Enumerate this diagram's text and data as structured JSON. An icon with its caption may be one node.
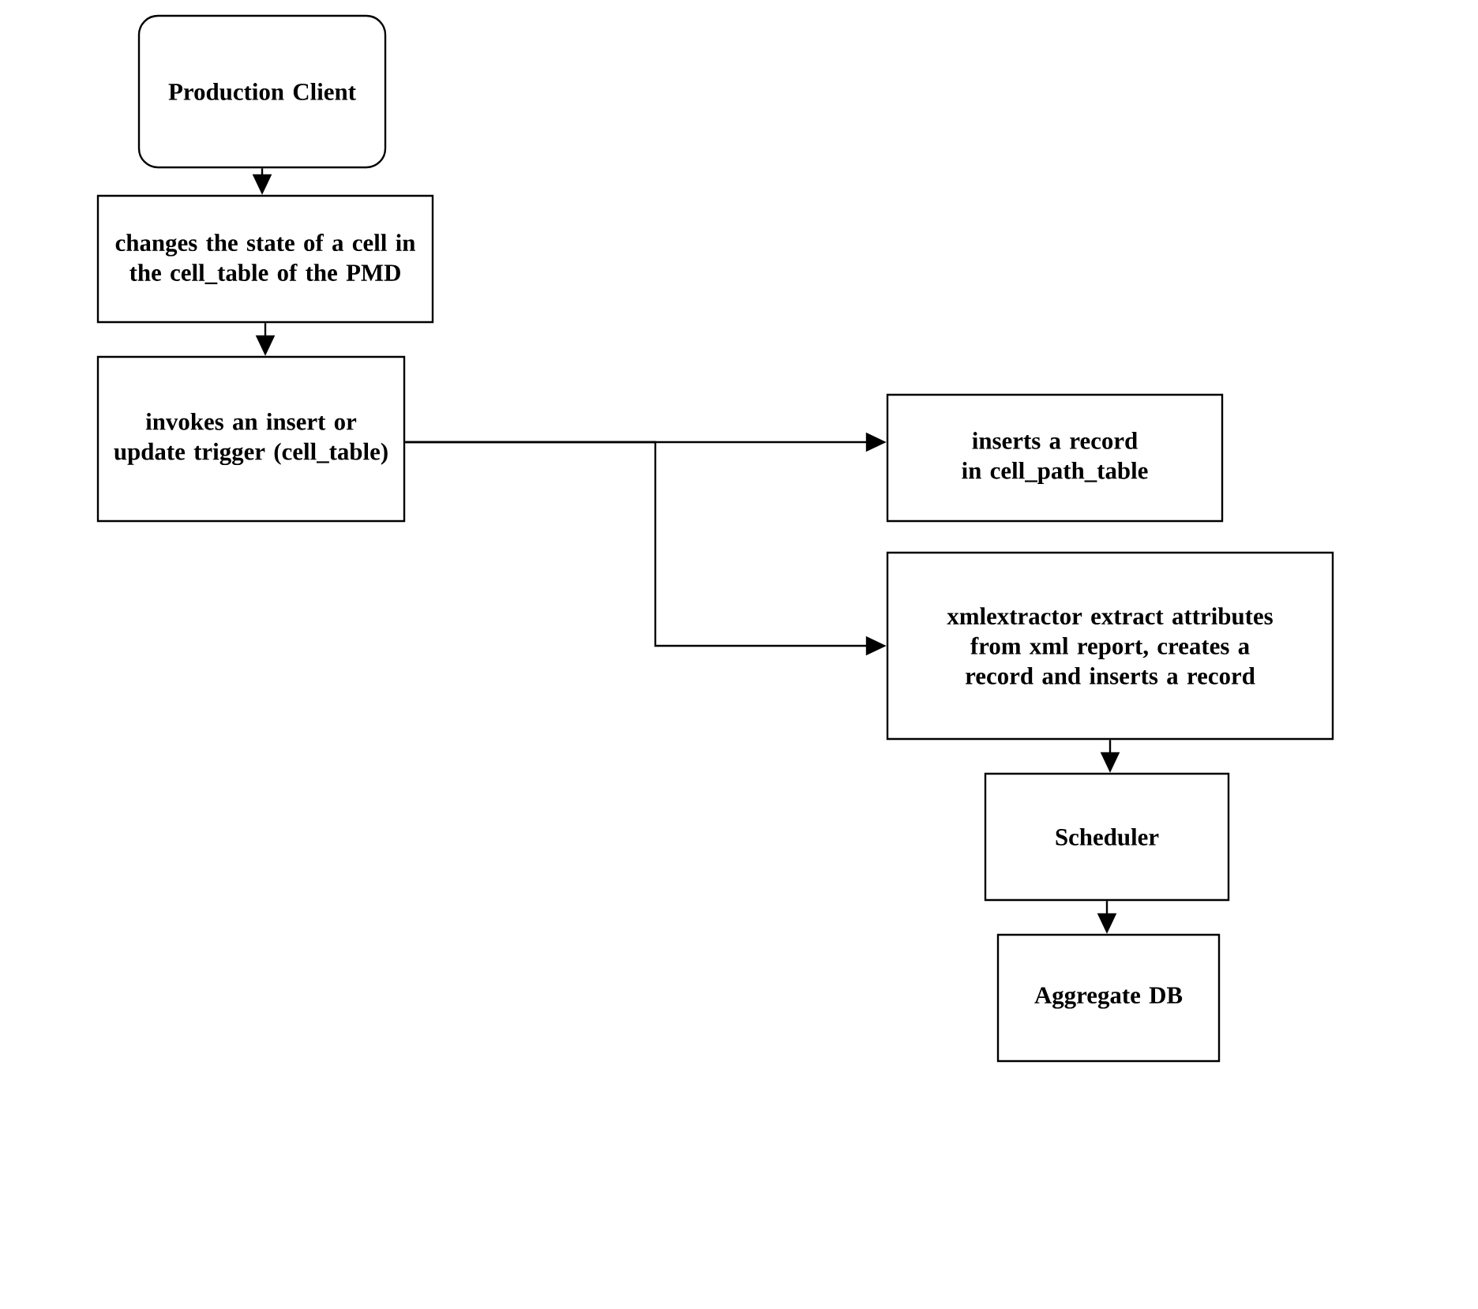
{
  "diagram": {
    "nodes": [
      {
        "text": [
          "Production Client"
        ]
      },
      {
        "text": [
          "changes the state of a cell in the cell_table of the PMD"
        ]
      },
      {
        "text": [
          "invokes an insert or update trigger (cell_table)"
        ]
      },
      {
        "text": [
          "inserts a record in cell_path_table"
        ]
      },
      {
        "text": [
          "xmlextractor extract attributes from xml report, creates a record  and inserts a record"
        ]
      },
      {
        "text": [
          "Scheduler"
        ]
      },
      {
        "text": [
          "Aggregate DB"
        ]
      }
    ],
    "edges": [
      {
        "from": 0,
        "to": 1,
        "arrow": "to"
      },
      {
        "from": 1,
        "to": 2,
        "arrow": "to"
      },
      {
        "from": 2,
        "to": 3,
        "arrow": "to"
      },
      {
        "from": 2,
        "to": 4,
        "arrow": "to"
      },
      {
        "from": 4,
        "to": 5,
        "arrow": "to"
      },
      {
        "from": 5,
        "to": 6,
        "arrow": "to"
      }
    ]
  }
}
